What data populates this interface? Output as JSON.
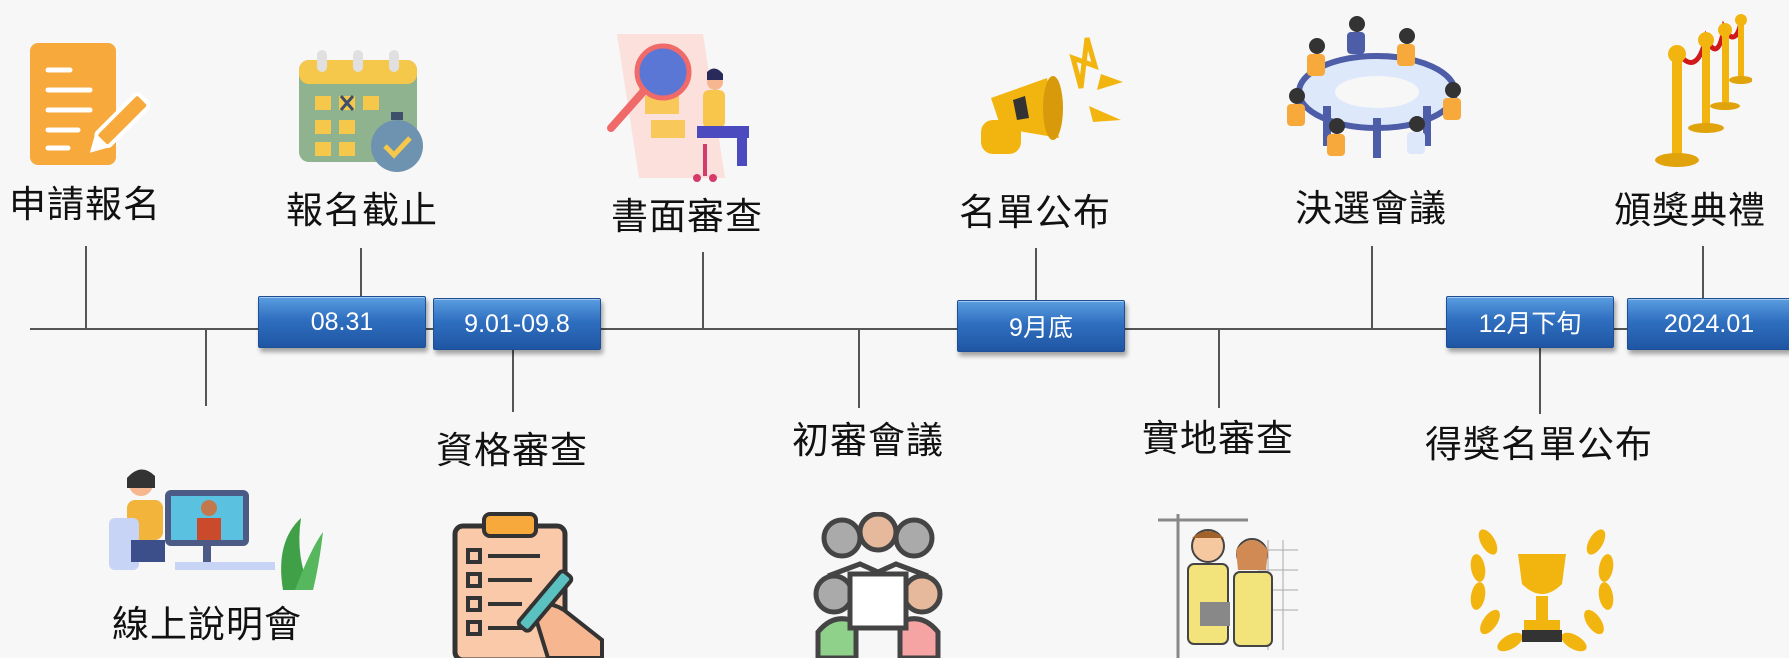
{
  "timeline": {
    "events": [
      {
        "id": "apply",
        "label": "申請報名"
      },
      {
        "id": "briefing",
        "label": "線上說明會"
      },
      {
        "id": "deadline",
        "label": "報名截止"
      },
      {
        "id": "qualify",
        "label": "資格審查"
      },
      {
        "id": "document",
        "label": "書面審查"
      },
      {
        "id": "first-meeting",
        "label": "初審會議"
      },
      {
        "id": "announce",
        "label": "名單公布"
      },
      {
        "id": "site",
        "label": "實地審查"
      },
      {
        "id": "final-meeting",
        "label": "決選會議"
      },
      {
        "id": "winners",
        "label": "得獎名單公布"
      },
      {
        "id": "ceremony",
        "label": "頒獎典禮"
      }
    ],
    "dates": [
      "08.31",
      "9.01-09.8",
      "9月底",
      "12月下旬",
      "2024.01"
    ]
  },
  "icons": {
    "apply": "document-pen-icon",
    "briefing": "video-call-icon",
    "deadline": "calendar-icon",
    "qualify": "clipboard-checklist-icon",
    "document": "magnifier-review-icon",
    "first-meeting": "group-meeting-icon",
    "announce": "megaphone-icon",
    "site": "site-inspectors-icon",
    "final-meeting": "conference-table-icon",
    "winners": "trophy-laurel-icon",
    "ceremony": "stanchion-icon"
  },
  "colors": {
    "background": "#f7f7f7",
    "axis": "#555555",
    "date_box": "#2f6fc0",
    "accent_orange": "#f7a93b",
    "accent_gold": "#f2b510"
  }
}
